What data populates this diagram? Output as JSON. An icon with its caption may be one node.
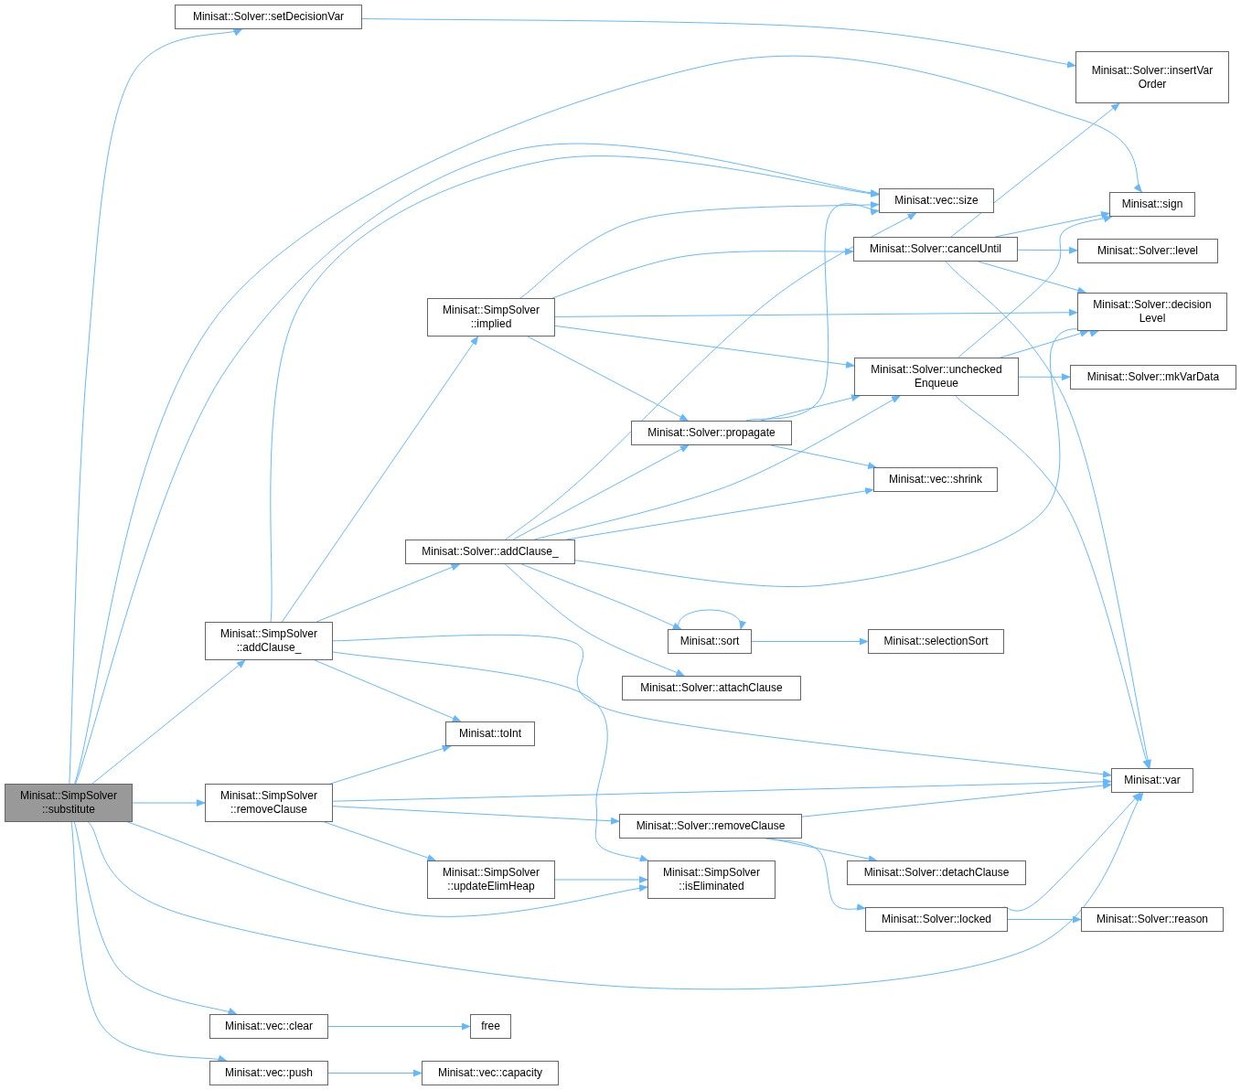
{
  "diagram": {
    "nodes": [
      {
        "text": [
          "Minisat::SimpSolver ::substitute"
        ]
      },
      {
        "text": [
          "Minisat::Solver::setDecisionVar"
        ]
      },
      {
        "text": [
          "Minisat::Solver::insertVar Order"
        ]
      },
      {
        "text": [
          "Minisat::sign"
        ]
      },
      {
        "text": [
          "Minisat::vec::size"
        ]
      },
      {
        "text": [
          "Minisat::SimpSolver ::implied"
        ]
      },
      {
        "text": [
          "Minisat::Solver::cancelUntil"
        ]
      },
      {
        "text": [
          "Minisat::Solver::level"
        ]
      },
      {
        "text": [
          "Minisat::Solver::decision Level"
        ]
      },
      {
        "text": [
          "Minisat::Solver::unchecked Enqueue"
        ]
      },
      {
        "text": [
          "Minisat::Solver::mkVarData"
        ]
      },
      {
        "text": [
          "Minisat::Solver::propagate"
        ]
      },
      {
        "text": [
          "Minisat::vec::shrink"
        ]
      },
      {
        "text": [
          "Minisat::Solver::addClause_"
        ]
      },
      {
        "text": [
          "Minisat::SimpSolver ::addClause_"
        ]
      },
      {
        "text": [
          "Minisat::sort"
        ]
      },
      {
        "text": [
          "Minisat::selectionSort"
        ]
      },
      {
        "text": [
          "Minisat::Solver::attachClause"
        ]
      },
      {
        "text": [
          "Minisat::toInt"
        ]
      },
      {
        "text": [
          "Minisat::var"
        ]
      },
      {
        "text": [
          "Minisat::SimpSolver ::removeClause"
        ]
      },
      {
        "text": [
          "Minisat::Solver::removeClause"
        ]
      },
      {
        "text": [
          "Minisat::SimpSolver ::updateElimHeap"
        ]
      },
      {
        "text": [
          "Minisat::SimpSolver ::isEliminated"
        ]
      },
      {
        "text": [
          "Minisat::Solver::detachClause"
        ]
      },
      {
        "text": [
          "Minisat::Solver::locked"
        ]
      },
      {
        "text": [
          "Minisat::Solver::reason"
        ]
      },
      {
        "text": [
          "Minisat::vec::clear"
        ]
      },
      {
        "text": [
          "free"
        ]
      },
      {
        "text": [
          "Minisat::vec::push"
        ]
      },
      {
        "text": [
          "Minisat::vec::capacity"
        ]
      }
    ],
    "edges": [
      {
        "from": 0,
        "to": 1,
        "arrow": "to"
      },
      {
        "from": 0,
        "to": 3,
        "arrow": "to"
      },
      {
        "from": 0,
        "to": 4,
        "arrow": "to"
      },
      {
        "from": 0,
        "to": 14,
        "arrow": "to"
      },
      {
        "from": 0,
        "to": 20,
        "arrow": "to"
      },
      {
        "from": 0,
        "to": 23,
        "arrow": "to"
      },
      {
        "from": 0,
        "to": 19,
        "arrow": "to"
      },
      {
        "from": 0,
        "to": 27,
        "arrow": "to"
      },
      {
        "from": 0,
        "to": 29,
        "arrow": "to"
      },
      {
        "from": 1,
        "to": 2,
        "arrow": "to"
      },
      {
        "from": 14,
        "to": 4,
        "arrow": "to"
      },
      {
        "from": 14,
        "to": 5,
        "arrow": "to"
      },
      {
        "from": 14,
        "to": 13,
        "arrow": "to"
      },
      {
        "from": 14,
        "to": 19,
        "arrow": "to"
      },
      {
        "from": 14,
        "to": 18,
        "arrow": "to"
      },
      {
        "from": 14,
        "to": 23,
        "arrow": "to"
      },
      {
        "from": 5,
        "to": 4,
        "arrow": "to"
      },
      {
        "from": 5,
        "to": 6,
        "arrow": "to"
      },
      {
        "from": 5,
        "to": 8,
        "arrow": "to"
      },
      {
        "from": 5,
        "to": 9,
        "arrow": "to"
      },
      {
        "from": 5,
        "to": 11,
        "arrow": "to"
      },
      {
        "from": 6,
        "to": 2,
        "arrow": "to"
      },
      {
        "from": 6,
        "to": 3,
        "arrow": "to"
      },
      {
        "from": 6,
        "to": 7,
        "arrow": "to"
      },
      {
        "from": 6,
        "to": 8,
        "arrow": "to"
      },
      {
        "from": 6,
        "to": 19,
        "arrow": "to"
      },
      {
        "from": 9,
        "to": 3,
        "arrow": "to"
      },
      {
        "from": 9,
        "to": 8,
        "arrow": "to"
      },
      {
        "from": 9,
        "to": 10,
        "arrow": "to"
      },
      {
        "from": 9,
        "to": 19,
        "arrow": "to"
      },
      {
        "from": 11,
        "to": 4,
        "arrow": "to"
      },
      {
        "from": 11,
        "to": 9,
        "arrow": "to"
      },
      {
        "from": 11,
        "to": 12,
        "arrow": "to"
      },
      {
        "from": 13,
        "to": 4,
        "arrow": "to"
      },
      {
        "from": 13,
        "to": 11,
        "arrow": "to"
      },
      {
        "from": 13,
        "to": 9,
        "arrow": "to"
      },
      {
        "from": 13,
        "to": 12,
        "arrow": "to"
      },
      {
        "from": 13,
        "to": 8,
        "arrow": "to"
      },
      {
        "from": 13,
        "to": 15,
        "arrow": "to"
      },
      {
        "from": 13,
        "to": 17,
        "arrow": "to"
      },
      {
        "from": 15,
        "to": 15,
        "arrow": "to"
      },
      {
        "from": 15,
        "to": 16,
        "arrow": "to"
      },
      {
        "from": 20,
        "to": 18,
        "arrow": "to"
      },
      {
        "from": 20,
        "to": 19,
        "arrow": "to"
      },
      {
        "from": 20,
        "to": 21,
        "arrow": "to"
      },
      {
        "from": 20,
        "to": 22,
        "arrow": "to"
      },
      {
        "from": 22,
        "to": 23,
        "arrow": "to"
      },
      {
        "from": 21,
        "to": 19,
        "arrow": "to"
      },
      {
        "from": 21,
        "to": 24,
        "arrow": "to"
      },
      {
        "from": 21,
        "to": 25,
        "arrow": "to"
      },
      {
        "from": 25,
        "to": 19,
        "arrow": "to"
      },
      {
        "from": 25,
        "to": 26,
        "arrow": "to"
      },
      {
        "from": 27,
        "to": 28,
        "arrow": "to"
      },
      {
        "from": 29,
        "to": 30,
        "arrow": "to"
      }
    ]
  }
}
